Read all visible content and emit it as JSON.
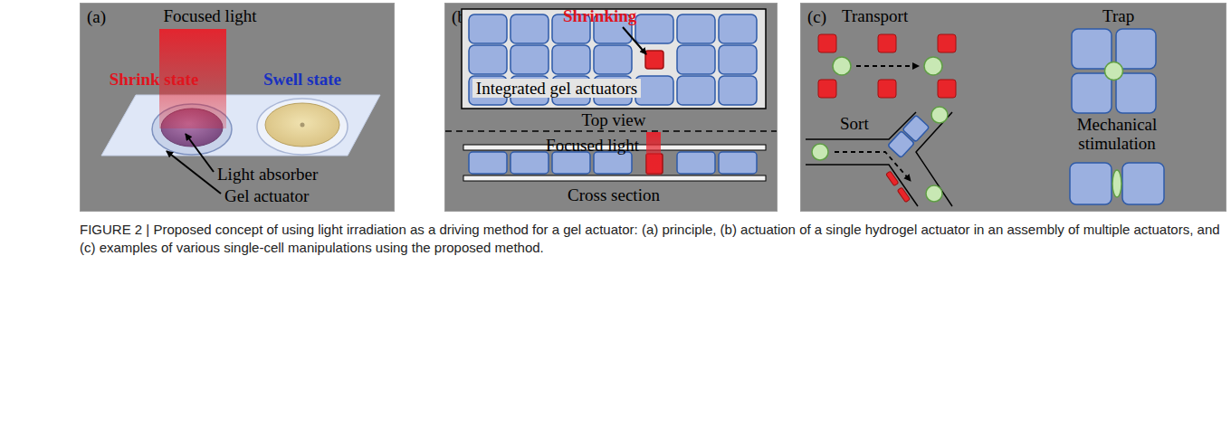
{
  "diagram": {
    "caption": "FIGURE 2 | Proposed concept of using light irradiation as a driving method for a gel actuator: (a) principle, (b) actuation of a single hydrogel actuator in an assembly of multiple actuators, and (c) examples of various single-cell manipulations using the proposed method.",
    "nodes": [
      {
        "text": [
          "(a)"
        ]
      },
      {
        "text": [
          "(b)"
        ]
      },
      {
        "text": [
          "(c)"
        ]
      }
    ],
    "labels": [
      "Focused light",
      "Shrink state",
      "Swell state",
      "Light absorber",
      "Gel actuator",
      "Shrinking",
      "Integrated gel actuators",
      "Top view",
      "Focused light",
      "Cross section",
      "Transport",
      "Trap",
      "Sort",
      "Mechanical stimulation"
    ]
  }
}
